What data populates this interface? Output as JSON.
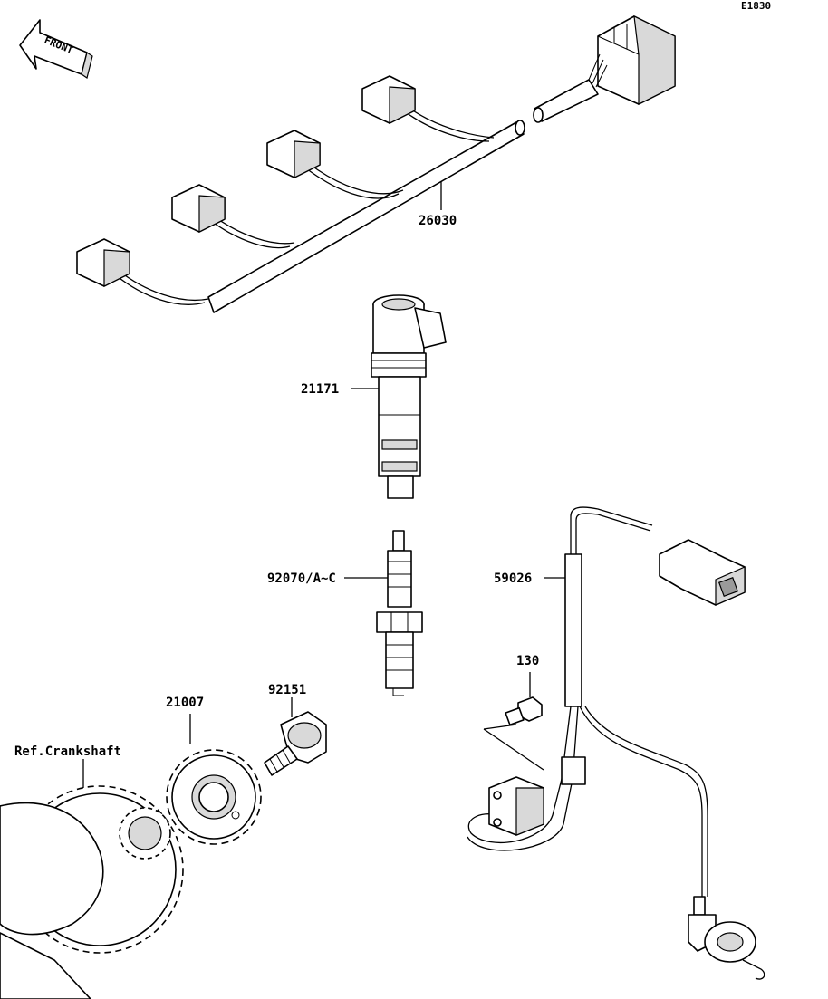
{
  "diagram_code": "E1830",
  "front_label": "FRONT",
  "reference_label": "Ref.Crankshaft",
  "parts": [
    {
      "number": "26030"
    },
    {
      "number": "21171"
    },
    {
      "number": "92070/A~C"
    },
    {
      "number": "59026"
    },
    {
      "number": "130"
    },
    {
      "number": "92151"
    },
    {
      "number": "21007"
    }
  ]
}
